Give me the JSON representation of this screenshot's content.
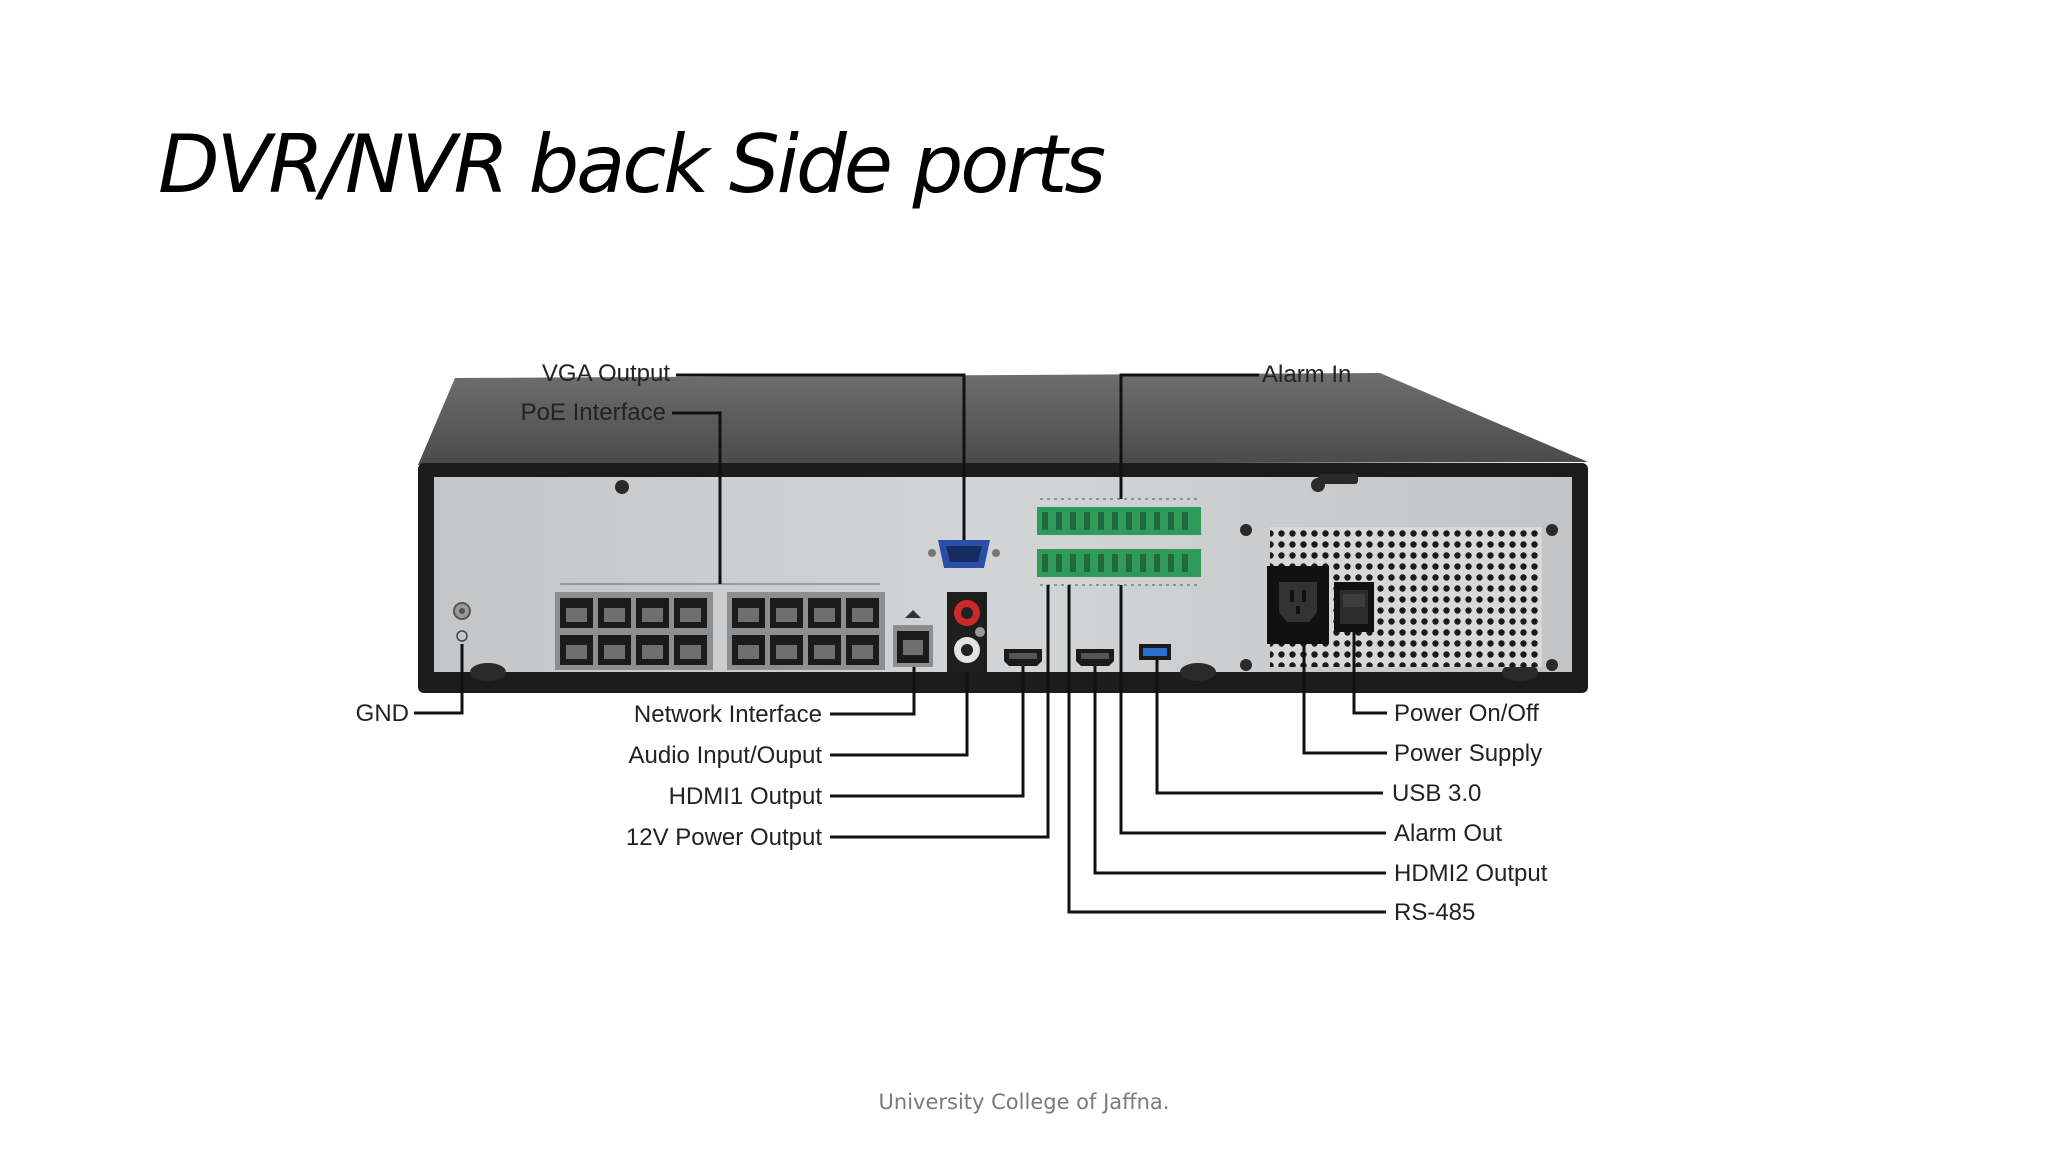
{
  "slide": {
    "title": "DVR/NVR back Side ports",
    "footer": "University College of Jaffna."
  },
  "labels": {
    "vga_output": "VGA Output",
    "poe_interface": "PoE Interface",
    "alarm_in": "Alarm In",
    "gnd": "GND",
    "network_interface": "Network Interface",
    "audio_io": "Audio Input/Ouput",
    "hdmi1_output": "HDMI1 Output",
    "power_12v_output": "12V Power Output",
    "power_on_off": "Power On/Off",
    "power_supply": "Power Supply",
    "usb3": "USB 3.0",
    "alarm_out": "Alarm Out",
    "hdmi2_output": "HDMI2 Output",
    "rs485": "RS-485"
  },
  "colors": {
    "chassis_top": "#5e5e5e",
    "chassis_frame": "#1c1c1c",
    "back_panel": "#c9cbcd",
    "terminal_green": "#2f9a5a",
    "usb_blue": "#2a6fd1"
  }
}
